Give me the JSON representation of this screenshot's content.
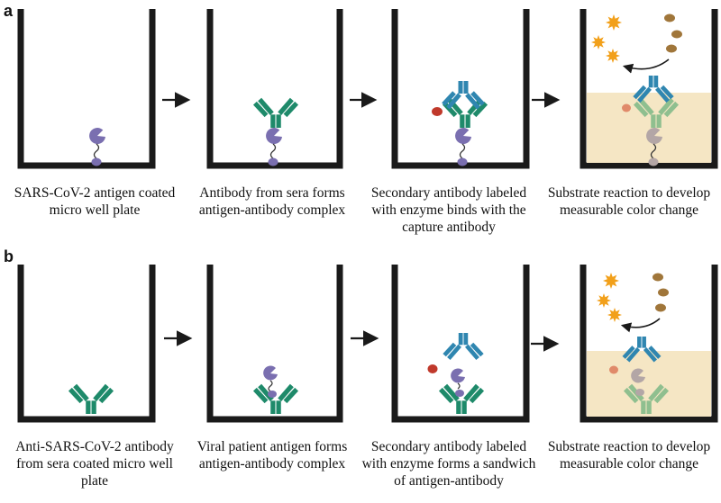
{
  "panels": [
    {
      "label": "a",
      "steps": [
        {
          "caption": "SARS-CoV-2 antigen coated micro well plate"
        },
        {
          "caption": "Antibody from sera forms antigen-antibody complex"
        },
        {
          "caption": "Secondary antibody labeled with enzyme binds with the capture antibody"
        },
        {
          "caption": "Substrate reaction to develop measurable color change"
        }
      ]
    },
    {
      "label": "b",
      "steps": [
        {
          "caption": "Anti-SARS-CoV-2 antibody from sera coated micro well plate"
        },
        {
          "caption": "Viral patient antigen forms antigen-antibody complex"
        },
        {
          "caption": "Secondary antibody labeled with enzyme forms a sandwich of antigen-antibody"
        },
        {
          "caption": "Substrate reaction to develop measurable color change"
        }
      ]
    }
  ],
  "colors": {
    "well": "#1a1a1a",
    "antigen": "#7a6fb0",
    "capture_antibody": "#1e8a6a",
    "secondary_antibody": "#2f86b0",
    "enzyme": "#c0392b",
    "substrate": "#a0763a",
    "product": "#f2a01a",
    "solution": "#f5e6c4",
    "faded_antigen": "#b3a6a6",
    "faded_antibody": "#8fbf8f"
  }
}
